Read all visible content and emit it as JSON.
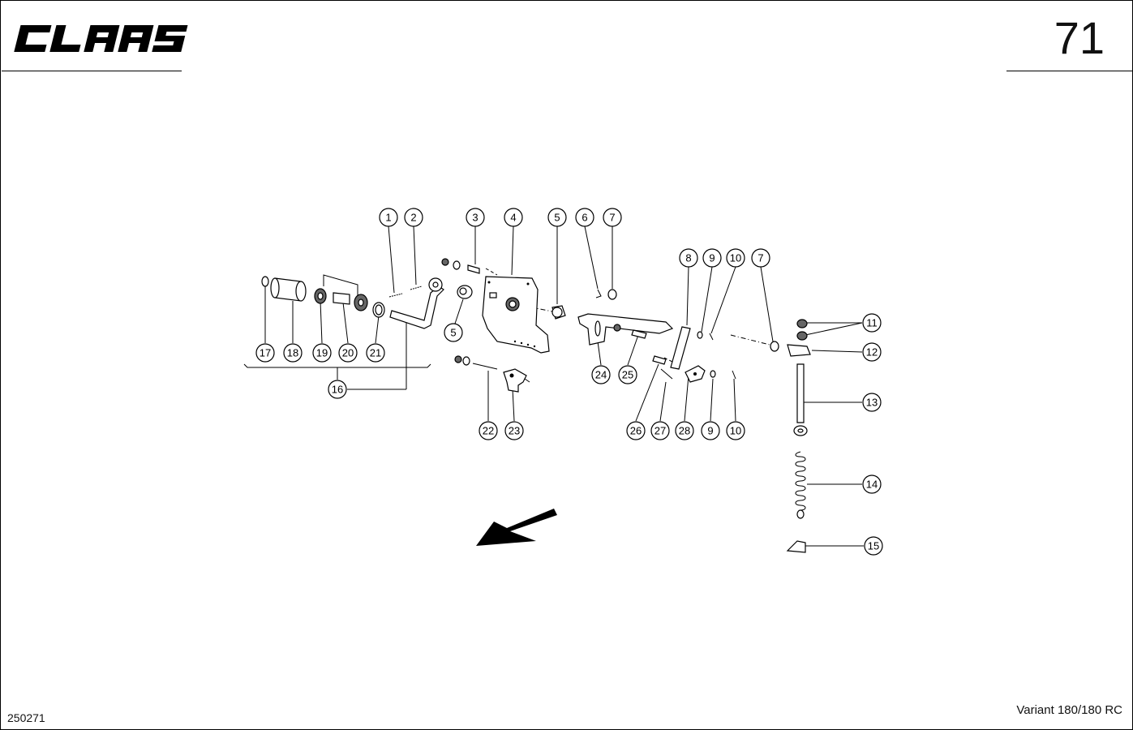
{
  "header": {
    "brand": "CLAAS",
    "page_number": "71"
  },
  "footer": {
    "drawing_code": "250271",
    "model": "Variant 180/180 RC"
  },
  "callouts": [
    "1",
    "2",
    "3",
    "4",
    "5",
    "6",
    "7",
    "8",
    "9",
    "10",
    "7",
    "11",
    "12",
    "13",
    "14",
    "15",
    "16",
    "17",
    "18",
    "19",
    "20",
    "21",
    "5",
    "22",
    "23",
    "24",
    "25",
    "26",
    "27",
    "28",
    "9",
    "10"
  ]
}
